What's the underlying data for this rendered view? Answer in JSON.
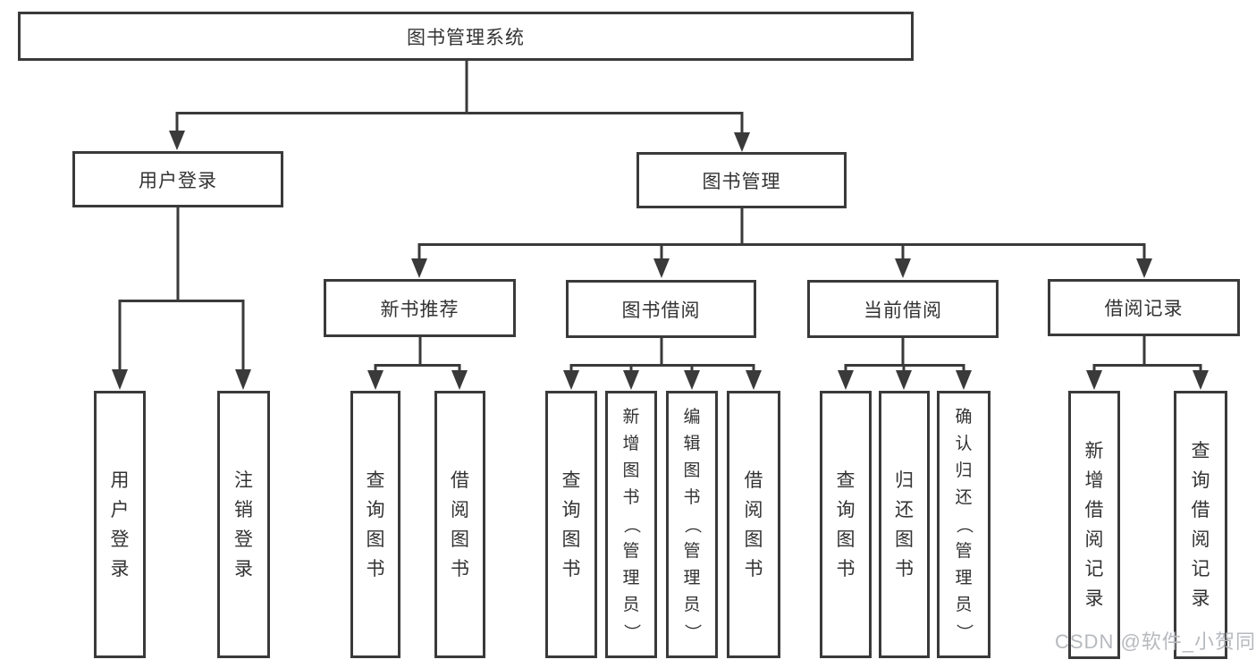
{
  "diagram": {
    "watermark": "CSDN @软件_小贺同学",
    "colors": {
      "line": "#3a3a3a",
      "box_border": "#3a3a3a",
      "box_background": "#ffffff",
      "text": "#333333",
      "watermark_text": "#b6b9bd",
      "page_background": "#ffffff"
    },
    "tree": {
      "label": "图书管理系统",
      "children": [
        {
          "label": "用户登录",
          "children": [
            {
              "label": "用户登录"
            },
            {
              "label": "注销登录"
            }
          ]
        },
        {
          "label": "图书管理",
          "children": [
            {
              "label": "新书推荐",
              "children": [
                {
                  "label": "查询图书"
                },
                {
                  "label": "借阅图书"
                }
              ]
            },
            {
              "label": "图书借阅",
              "children": [
                {
                  "label": "查询图书"
                },
                {
                  "label": "新增图书（管理员）"
                },
                {
                  "label": "编辑图书（管理员）"
                },
                {
                  "label": "借阅图书"
                }
              ]
            },
            {
              "label": "当前借阅",
              "children": [
                {
                  "label": "查询图书"
                },
                {
                  "label": "归还图书"
                },
                {
                  "label": "确认归还（管理员）"
                }
              ]
            },
            {
              "label": "借阅记录",
              "children": [
                {
                  "label": "新增借阅记录"
                },
                {
                  "label": "查询借阅记录"
                }
              ]
            }
          ]
        }
      ]
    }
  }
}
